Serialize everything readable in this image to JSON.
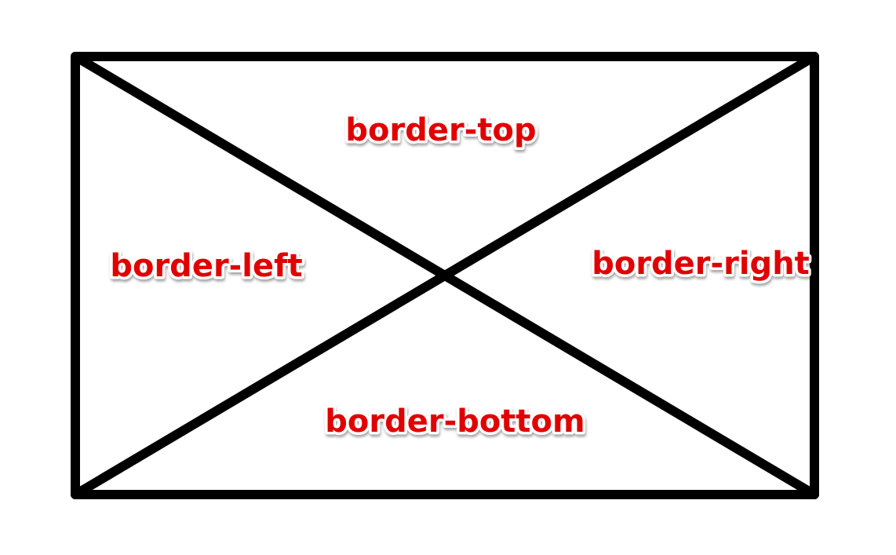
{
  "diagram": {
    "labels": {
      "top": "border-top",
      "left": "border-left",
      "right": "border-right",
      "bottom": "border-bottom"
    },
    "colors": {
      "label": "#e00000",
      "outline": "#000000",
      "background": "#ffffff"
    }
  }
}
